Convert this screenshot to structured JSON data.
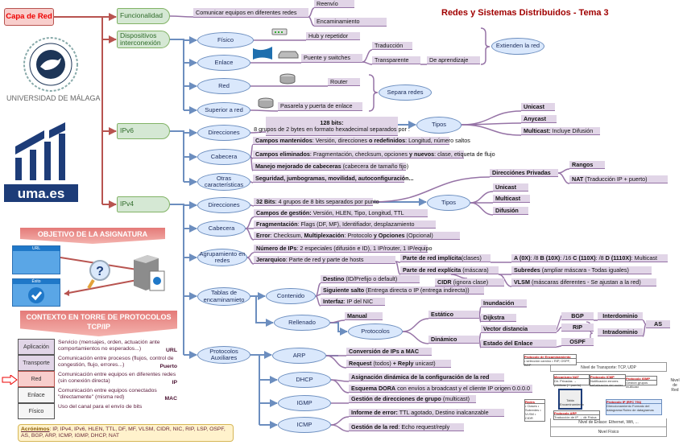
{
  "title": "Redes y Sistemas Distribuidos - Tema 3",
  "logos": {
    "university": "UNIVERSIDAD DE MÁLAGA",
    "seal": "UNIVERSITAS MALACITANA",
    "uma": "uma.es"
  },
  "colors": {
    "root": "#b85450",
    "green": "#82b366",
    "blue": "#6c8ebf",
    "purple": "#9673a6",
    "box": "#e1d5e7",
    "title": "#a00000"
  },
  "nodes": {
    "root": [
      {
        "t": "Capa de Red"
      }
    ],
    "func": [
      {
        "t": "Funcionalidad"
      }
    ],
    "disp": [
      {
        "t": "Dispositivos interconexión"
      }
    ],
    "ipv6": [
      {
        "t": "IPv6"
      }
    ],
    "ipv4": [
      {
        "t": "IPv4"
      }
    ],
    "func_com": [
      {
        "t": "Comunicar equipos en diferentes redes"
      }
    ],
    "reenvio": [
      {
        "t": "Reenvío"
      }
    ],
    "encam": [
      {
        "t": "Encaminamiento"
      }
    ],
    "fisico": [
      {
        "t": "Físico"
      }
    ],
    "enlace": [
      {
        "t": "Enlace"
      }
    ],
    "red": [
      {
        "t": "Red"
      }
    ],
    "superior": [
      {
        "t": "Superior a red"
      }
    ],
    "hub": [
      {
        "t": "Hub y repetidor"
      }
    ],
    "puente": [
      {
        "t": "Puente y switches"
      }
    ],
    "traduccion": [
      {
        "t": "Traducción"
      }
    ],
    "transparente": [
      {
        "t": "Transparente"
      }
    ],
    "aprendizaje": [
      {
        "t": "De aprendizaje"
      }
    ],
    "extienden": [
      {
        "t": "Extienden la red"
      }
    ],
    "router": [
      {
        "t": "Router"
      }
    ],
    "pasarela": [
      {
        "t": "Pasarela y puerta de enlace"
      }
    ],
    "separa": [
      {
        "t": "Separa redes"
      }
    ],
    "v6_dir": [
      {
        "t": "Direcciones"
      }
    ],
    "v6_cab": [
      {
        "t": "Cabecera"
      }
    ],
    "v6_otras": [
      {
        "t": "Otras características"
      }
    ],
    "v6_bits": [
      {
        "b": "128 bits:"
      },
      {
        "br": true
      },
      {
        "t": "8 grupos de 2 bytes en formato hexadecimal separados por :"
      }
    ],
    "v6_tipos": [
      {
        "t": "Tipos"
      }
    ],
    "v6_uni": [
      {
        "b": "Unicast"
      }
    ],
    "v6_any": [
      {
        "b": "Anycast"
      }
    ],
    "v6_multi": [
      {
        "b": "Multicast:"
      },
      {
        "t": " Incluye Difusión"
      }
    ],
    "v6_c1": [
      {
        "b": "Campos mantenidos"
      },
      {
        "t": ": Versión, direcciones "
      },
      {
        "b": "o redefinidos"
      },
      {
        "t": ": Longitud, número saltos"
      }
    ],
    "v6_c2": [
      {
        "b": "Campos eliminados"
      },
      {
        "t": ": Fragmentación, checksum, opciones "
      },
      {
        "b": "y nuevos"
      },
      {
        "t": ": clase, etiqueta de flujo"
      }
    ],
    "v6_c3": [
      {
        "b": "Manejo mejorado de cabeceras"
      },
      {
        "t": " (cabecera de tamaño fijo)"
      }
    ],
    "v6_o1": [
      {
        "b": "Seguridad, jumbogramas, movilidad, autoconfiguración..."
      }
    ],
    "v4_dir": [
      {
        "t": "Direcciones"
      }
    ],
    "v4_cab": [
      {
        "t": "Cabecera"
      }
    ],
    "v4_agr": [
      {
        "t": "Agrupamiento en redes"
      }
    ],
    "v4_tab": [
      {
        "t": "Tablas de encaminamieto"
      }
    ],
    "v4_aux": [
      {
        "t": "Protocolos Auxiliares"
      }
    ],
    "v4_bits": [
      {
        "b": "32 Bits"
      },
      {
        "t": ": 4 grupos de 8 bits separados por punto"
      }
    ],
    "v4_tipos": [
      {
        "t": "Tipos"
      }
    ],
    "v4_uni": [
      {
        "b": "Unicast"
      }
    ],
    "v4_multi": [
      {
        "b": "Multicast"
      }
    ],
    "v4_dif": [
      {
        "b": "Difusión"
      }
    ],
    "v4_priv": [
      {
        "b": "Direcciónes Privadas"
      }
    ],
    "v4_rangos": [
      {
        "b": "Rangos"
      }
    ],
    "v4_nat": [
      {
        "b": "NAT"
      },
      {
        "t": " (Traducción IP + puerto)"
      }
    ],
    "v4_c1": [
      {
        "b": "Campos de gestión:"
      },
      {
        "t": " Versión, HLEN, Tipo, Longitud, TTL"
      }
    ],
    "v4_c2": [
      {
        "b": "Fragmentación"
      },
      {
        "t": ": Flags (DF, MF), Identifiador, desplazamiento"
      }
    ],
    "v4_c3": [
      {
        "b": "Error"
      },
      {
        "t": ": Checksum, "
      },
      {
        "b": "Multiplexación"
      },
      {
        "t": ": Protocolo "
      },
      {
        "b": "y Opciones"
      },
      {
        "t": " (Opcional)"
      }
    ],
    "agr_num": [
      {
        "b": "Número de IPs"
      },
      {
        "t": ": 2 especiales (difusión e ID), 1 IP/router, 1 IP/equipo"
      }
    ],
    "agr_jer": [
      {
        "b": "Jerarquico"
      },
      {
        "t": ": Parte de red y parte de hosts"
      }
    ],
    "agr_impl": [
      {
        "b": "Parte de red implícita"
      },
      {
        "t": "(clases)"
      }
    ],
    "agr_clases": [
      {
        "b": "A (0X)"
      },
      {
        "t": ": /8 "
      },
      {
        "b": "B (10X)"
      },
      {
        "t": ": /16 "
      },
      {
        "b": "C (110X)"
      },
      {
        "t": ": /8 "
      },
      {
        "b": "D (1110X)"
      },
      {
        "t": ": Multicast"
      }
    ],
    "agr_expl": [
      {
        "b": "Parte de red explícita"
      },
      {
        "t": " (máscara)"
      }
    ],
    "agr_sub": [
      {
        "b": "Subredes"
      },
      {
        "t": " (ampliar máscara - Todas iguales)"
      }
    ],
    "agr_cidr": [
      {
        "b": "CIDR"
      },
      {
        "t": " (ignora clase)"
      }
    ],
    "agr_vlsm": [
      {
        "b": "VLSM"
      },
      {
        "t": " (máscaras diferentes - Se ajustan a la red)"
      }
    ],
    "contenido": [
      {
        "t": "Contenido"
      }
    ],
    "destino": [
      {
        "b": "Destino"
      },
      {
        "t": " (ID/Prefijo o default)"
      }
    ],
    "siguiente": [
      {
        "b": "Siguiente salto"
      },
      {
        "t": " (Entrega directa o IP (entrega indirecta))"
      }
    ],
    "interfaz": [
      {
        "b": "Interfaz"
      },
      {
        "t": ": IP del NIC"
      }
    ],
    "rellenado": [
      {
        "t": "Rellenado"
      }
    ],
    "manual": [
      {
        "b": "Manual"
      }
    ],
    "protocolos": [
      {
        "t": "Protocolos"
      }
    ],
    "estatico": [
      {
        "b": "Estático"
      }
    ],
    "dinamico": [
      {
        "b": "Dinámico"
      }
    ],
    "inundacion": [
      {
        "b": "Inundación"
      }
    ],
    "dijkstra": [
      {
        "b": "Dijkstra"
      }
    ],
    "vector": [
      {
        "b": "Vector distancia"
      }
    ],
    "estado": [
      {
        "b": "Estado del Enlace"
      }
    ],
    "bgp": [
      {
        "b": "BGP"
      }
    ],
    "rip": [
      {
        "b": "RIP"
      }
    ],
    "ospf": [
      {
        "b": "OSPF"
      }
    ],
    "inter": [
      {
        "b": "Interdominio"
      }
    ],
    "intra": [
      {
        "b": "Intradominio"
      }
    ],
    "as": [
      {
        "b": "AS"
      }
    ],
    "arp": [
      {
        "t": "ARP"
      }
    ],
    "dhcp": [
      {
        "t": "DHCP"
      }
    ],
    "igmp": [
      {
        "t": "IGMP"
      }
    ],
    "icmp": [
      {
        "t": "ICMP"
      }
    ],
    "arp1": [
      {
        "b": "Conversión de IPs a MAC"
      }
    ],
    "arp2": [
      {
        "b": "Request"
      },
      {
        "t": " (todos) "
      },
      {
        "b": "+ Reply"
      },
      {
        "t": " unicast)"
      }
    ],
    "dhcp1": [
      {
        "b": "Asignación dinámica de la configuración de la red"
      }
    ],
    "dhcp2": [
      {
        "b": "Esquema DORA"
      },
      {
        "t": " con envíos a broadcast y el cliente IP origen 0.0.0.0"
      }
    ],
    "igmp1": [
      {
        "b": "Gestión de direcciones de grupo"
      },
      {
        "t": " (multicast)"
      }
    ],
    "icmp1": [
      {
        "b": "Informe de error:"
      },
      {
        "t": " TTL agotado, Destino inalcanzable"
      }
    ],
    "icmp2": [
      {
        "b": "Gestión de la red"
      },
      {
        "t": ": Echo request/reply"
      }
    ]
  },
  "objetivo": {
    "banner": "OBJETIVO DE LA ASIGNATURA",
    "url_window": "URL",
    "exito_window": "Éxito"
  },
  "contexto": {
    "banner": "CONTEXTO EN TORRE DE PROTOCOLOS TCP/IP",
    "layers": [
      {
        "name": "Aplicación",
        "desc": "Servicio (mensajes, orden, actuación ante comportamientos no esperados...)",
        "key": "URL",
        "bg": "#e1d5e7"
      },
      {
        "name": "Transporte",
        "desc": "Comunicación entre procesos (flujos, control de congestión, flujo, errores...)",
        "key": "Puerto",
        "bg": "#e1d5e7"
      },
      {
        "name": "Red",
        "desc": "Comunicación entre equipos en diferentes redes (sin conexión directa)",
        "key": "IP",
        "bg": "#f8cecc"
      },
      {
        "name": "Enlace",
        "desc": "Comunicación entre equipos conectados \"directamente\" (misma red)",
        "key": "MAC",
        "bg": "#f5f5f5"
      },
      {
        "name": "Físico",
        "desc": "Uso del canal para el envío de bits",
        "key": "",
        "bg": "#f5f5f5"
      }
    ]
  },
  "acronimos": {
    "label": "Acrónimos",
    "list": ": IP, IPv4, IPv6, HLEN, TTL, DF, MF, VLSM, CIDR, NIC, RIP, LSP, OSPF, AS, BGP, ARP, ICMP, IGMP, DHCP, NAT"
  },
  "mini_diagram": {
    "transporte": "Nivel de Transporte: TCP, UDP",
    "enlace": "Nivel de Enlace: Ethernet, Wifi, ...",
    "fisico": "Nivel Físico",
    "nivel_red": "Nivel de Red",
    "encam": "Protocolo de Encaminamiento",
    "encam_items": "• selección camino • RIP, OSPF, BGP",
    "nat": "Mecanismo NAT",
    "nat_desc": "Dir. Privadas → públicas (+ puerto)",
    "icmp": "Protocolo ICMP",
    "icmp_desc": "Notificación errores señalización del router",
    "igmp": "Protocolo IGMP",
    "igmp_desc": "Gestión grupos multicast",
    "ip": "Protocolo IP (RFC 791)",
    "ip_desc": "Direccionamiento Formato del datagrama Ruteo de datagramas",
    "redes": "Redes",
    "redes_items": "• Clases • Subredes • VLSM • CIDR",
    "arp": "Protocolo ARP",
    "arp_desc": "Traducción de IP → dir Física",
    "tabla": "Tabla Encaminamiento"
  }
}
